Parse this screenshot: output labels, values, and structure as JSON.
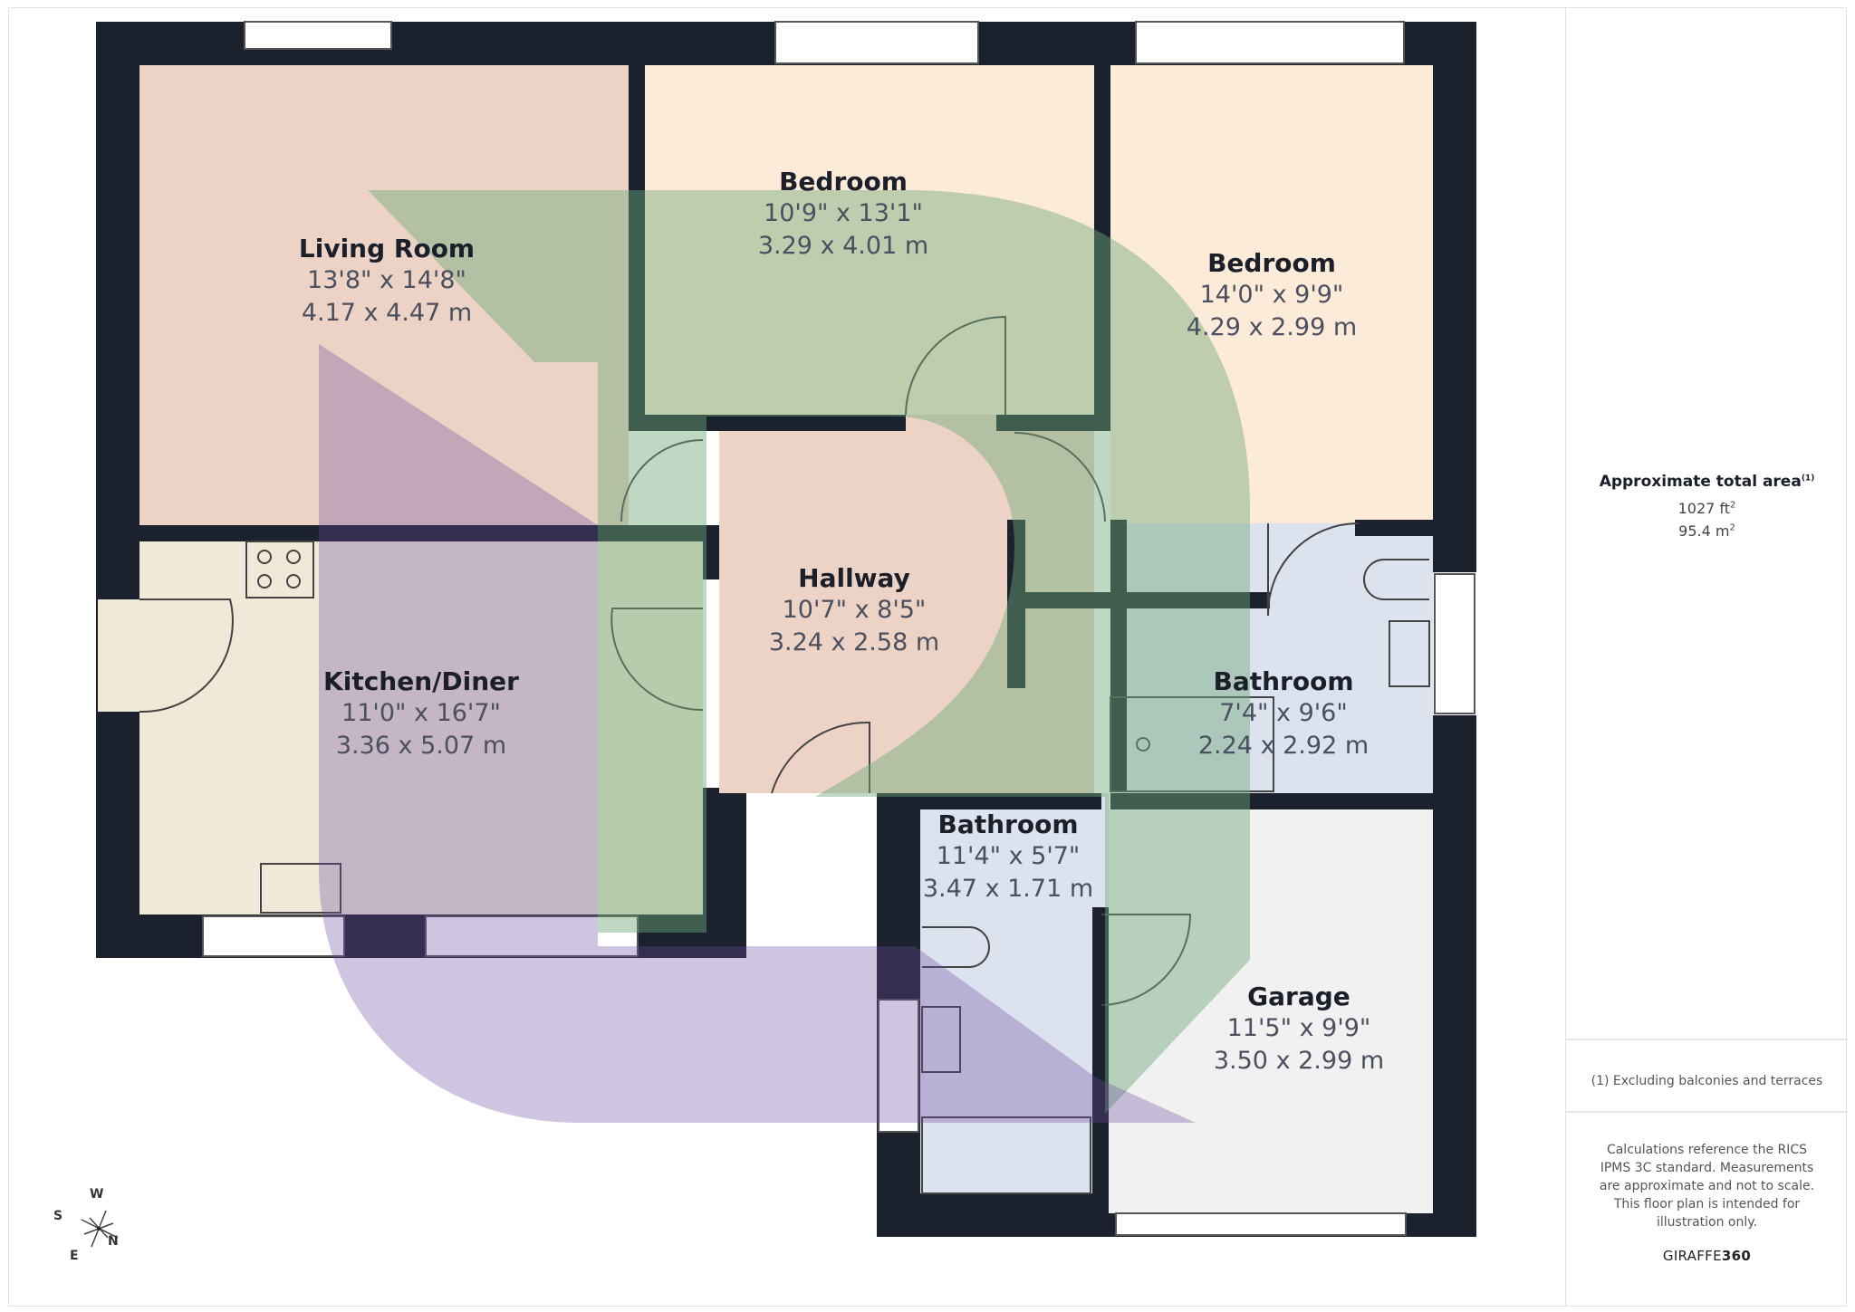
{
  "floorplan": {
    "rooms": [
      {
        "id": "living-room",
        "name": "Living Room",
        "dim_imperial": "13'8\" x 14'8\"",
        "dim_metric": "4.17 x 4.47 m"
      },
      {
        "id": "bedroom-1",
        "name": "Bedroom",
        "dim_imperial": "10'9\" x 13'1\"",
        "dim_metric": "3.29 x 4.01 m"
      },
      {
        "id": "bedroom-2",
        "name": "Bedroom",
        "dim_imperial": "14'0\" x 9'9\"",
        "dim_metric": "4.29 x 2.99 m"
      },
      {
        "id": "hallway",
        "name": "Hallway",
        "dim_imperial": "10'7\" x 8'5\"",
        "dim_metric": "3.24 x 2.58 m"
      },
      {
        "id": "kitchen-diner",
        "name": "Kitchen/Diner",
        "dim_imperial": "11'0\" x 16'7\"",
        "dim_metric": "3.36 x 5.07 m"
      },
      {
        "id": "bathroom-1",
        "name": "Bathroom",
        "dim_imperial": "7'4\" x 9'6\"",
        "dim_metric": "2.24 x 2.92 m"
      },
      {
        "id": "bathroom-2",
        "name": "Bathroom",
        "dim_imperial": "11'4\" x 5'7\"",
        "dim_metric": "3.47 x 1.71 m"
      },
      {
        "id": "garage",
        "name": "Garage",
        "dim_imperial": "11'5\" x 9'9\"",
        "dim_metric": "3.50 x 2.99 m"
      }
    ],
    "compass": {
      "n": "N",
      "s": "S",
      "e": "E",
      "w": "W"
    },
    "colors": {
      "wall": "#1b222d",
      "living": "#ecd3c6",
      "bedroom": "#fdebd9",
      "kitchen": "#f1e9d7",
      "bathroom": "#dde2ef",
      "garage": "#f1f1f1",
      "watermark_green": "#6fa87a",
      "watermark_purple": "#6b4a9e"
    }
  },
  "sidebar": {
    "area_title": "Approximate total area",
    "area_footnote_mark": "(1)",
    "area_ft": "1027 ft",
    "area_m": "95.4 m",
    "superscript": "2",
    "footnote": "(1) Excluding balconies and terraces",
    "disclaimer": "Calculations reference the RICS IPMS 3C standard. Measurements are approximate and not to scale. This floor plan is intended for illustration only.",
    "brand_light": "GIRAFFE",
    "brand_bold": "360"
  }
}
